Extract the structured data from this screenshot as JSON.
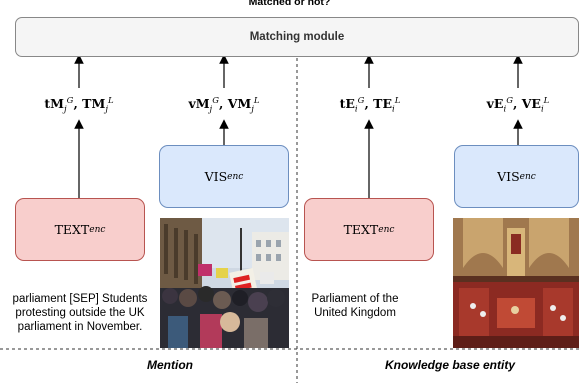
{
  "header": {
    "question": "Matched or not?"
  },
  "module": {
    "label": "Matching module"
  },
  "mention": {
    "text_encoder": {
      "base": "TEXT",
      "sub": "enc"
    },
    "vis_encoder": {
      "base": "VIS",
      "sub": "enc"
    },
    "text_embedding": {
      "main": "tM",
      "sub": "j",
      "sup": "G",
      "main2": "TM",
      "sub2": "j",
      "sup2": "L"
    },
    "vis_embedding": {
      "main": "vM",
      "sub": "j",
      "sup": "G",
      "main2": "VM",
      "sub2": "j",
      "sup2": "L"
    },
    "caption": "parliament [SEP] Students protesting outside the UK parliament in November.",
    "label": "Mention"
  },
  "entity": {
    "text_encoder": {
      "base": "TEXT",
      "sub": "enc"
    },
    "vis_encoder": {
      "base": "VIS",
      "sub": "enc"
    },
    "text_embedding": {
      "main": "tE",
      "sub": "i",
      "sup": "G",
      "main2": "TE",
      "sub2": "i",
      "sup2": "L"
    },
    "vis_embedding": {
      "main": "vE",
      "sub": "i",
      "sup": "G",
      "main2": "VE",
      "sub2": "i",
      "sup2": "L"
    },
    "caption": "Parliament of the United Kingdom",
    "label": "Knowledge base entity"
  },
  "colors": {
    "text_fill": "#f8cecc",
    "text_border": "#b85450",
    "vis_fill": "#dae8fc",
    "vis_border": "#6c8ebf",
    "module_fill": "#f5f5f5"
  }
}
